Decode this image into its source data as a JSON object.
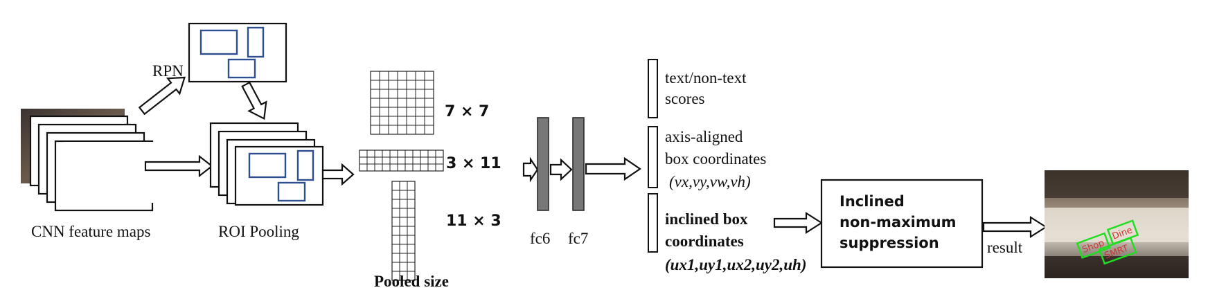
{
  "labels": {
    "rpn": "RPN",
    "cnn_feature_maps": "CNN feature maps",
    "roi_pooling": "ROI Pooling",
    "pooled_size": "Pooled size",
    "fc6": "fc6",
    "fc7": "fc7",
    "result": "result"
  },
  "pooled_sizes": {
    "s7x7": "7 × 7",
    "s3x11": "3 × 11",
    "s11x3": "11 × 3"
  },
  "outputs": {
    "scores_line1": "text/non-text",
    "scores_line2": "scores",
    "axis_line1": "axis-aligned",
    "axis_line2": "box coordinates",
    "axis_formula": "(vx,vy,vw,vh)",
    "inclined_line1": "inclined box",
    "inclined_line2": "coordinates",
    "inclined_formula": "(ux1,uy1,ux2,uy2,uh)"
  },
  "nms": {
    "line1": "Inclined",
    "line2": "non-maximum",
    "line3": "suppression"
  },
  "result_image_words": [
    "Shop",
    "Dine",
    "SMRT"
  ],
  "colors": {
    "roi_box": "#2e4f8f",
    "fc_layer": "#777777",
    "detection_box": "#22dd22"
  }
}
